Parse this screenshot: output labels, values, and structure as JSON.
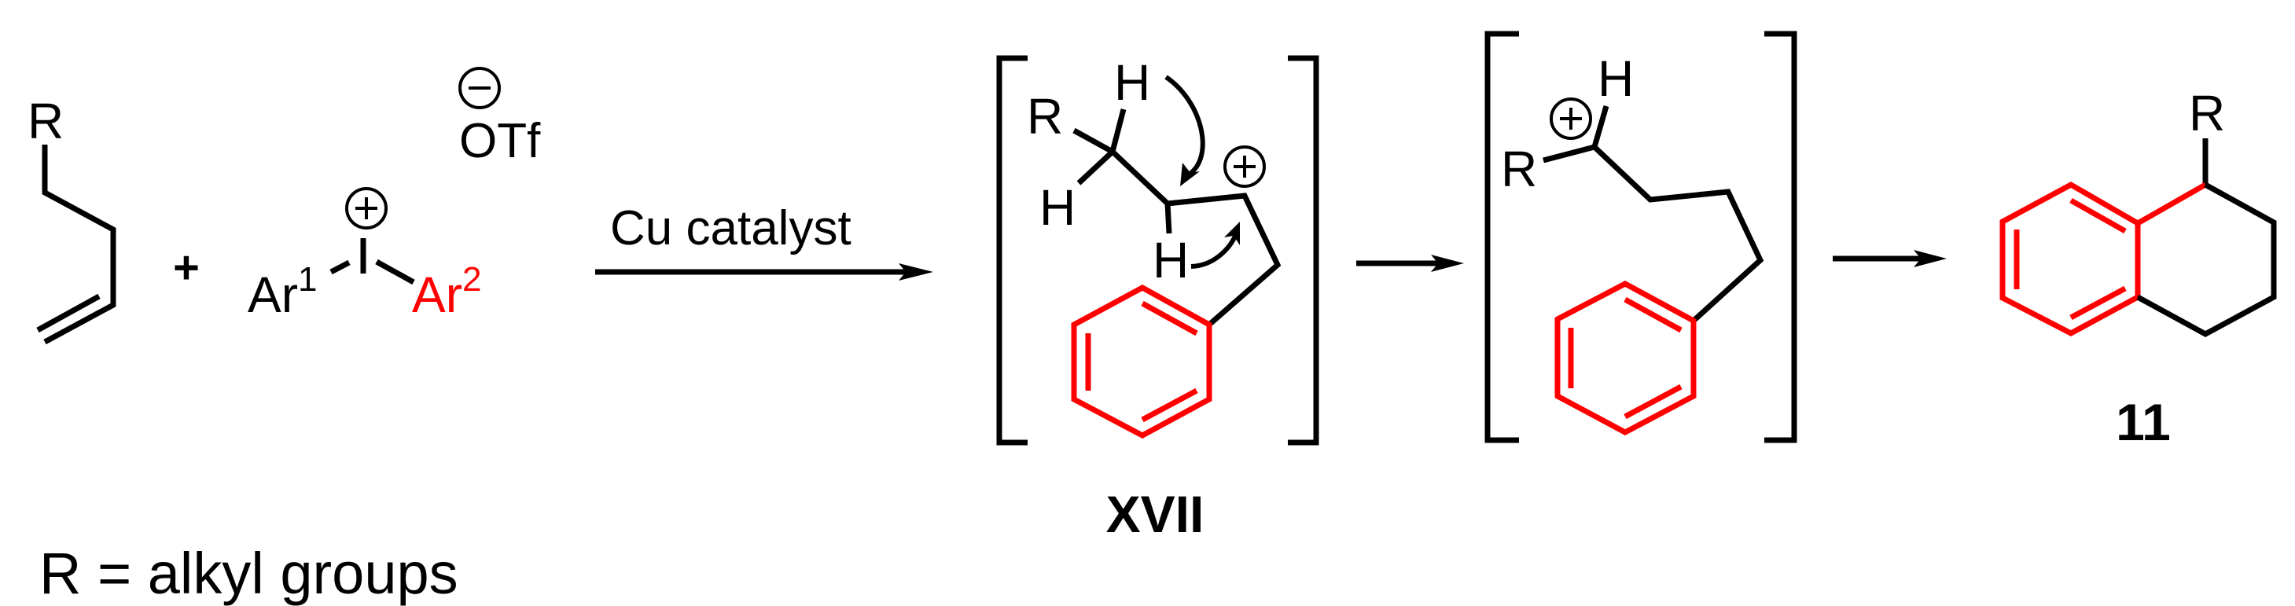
{
  "figure": {
    "type": "reaction-scheme",
    "colors": {
      "default_line": "#000000",
      "highlight": "#ff0000",
      "background": "#ffffff"
    }
  },
  "reactants": {
    "alkene": {
      "substituent": "R"
    },
    "plus": "+",
    "iodonium_salt": {
      "aryl1": "Ar",
      "aryl1_sup": "1",
      "iodine": "I",
      "aryl2": "Ar",
      "aryl2_sup": "2",
      "cation_charge": "+",
      "counterion": "OTf",
      "counterion_charge": "−"
    }
  },
  "arrows": [
    {
      "label": "Cu catalyst"
    },
    {
      "label": ""
    },
    {
      "label": ""
    }
  ],
  "intermediates": [
    {
      "label": "XVII",
      "atoms": {
        "R": "R",
        "H_top": "H",
        "H_left": "H",
        "H_shift": "H"
      },
      "charge": "+",
      "bracketed": true
    },
    {
      "label": "",
      "atoms": {
        "R": "R",
        "H": "H"
      },
      "charge": "+",
      "bracketed": true
    }
  ],
  "product": {
    "label": "11",
    "substituent": "R",
    "name": "1-substituted tetralin"
  },
  "footnote": "R = alkyl groups"
}
